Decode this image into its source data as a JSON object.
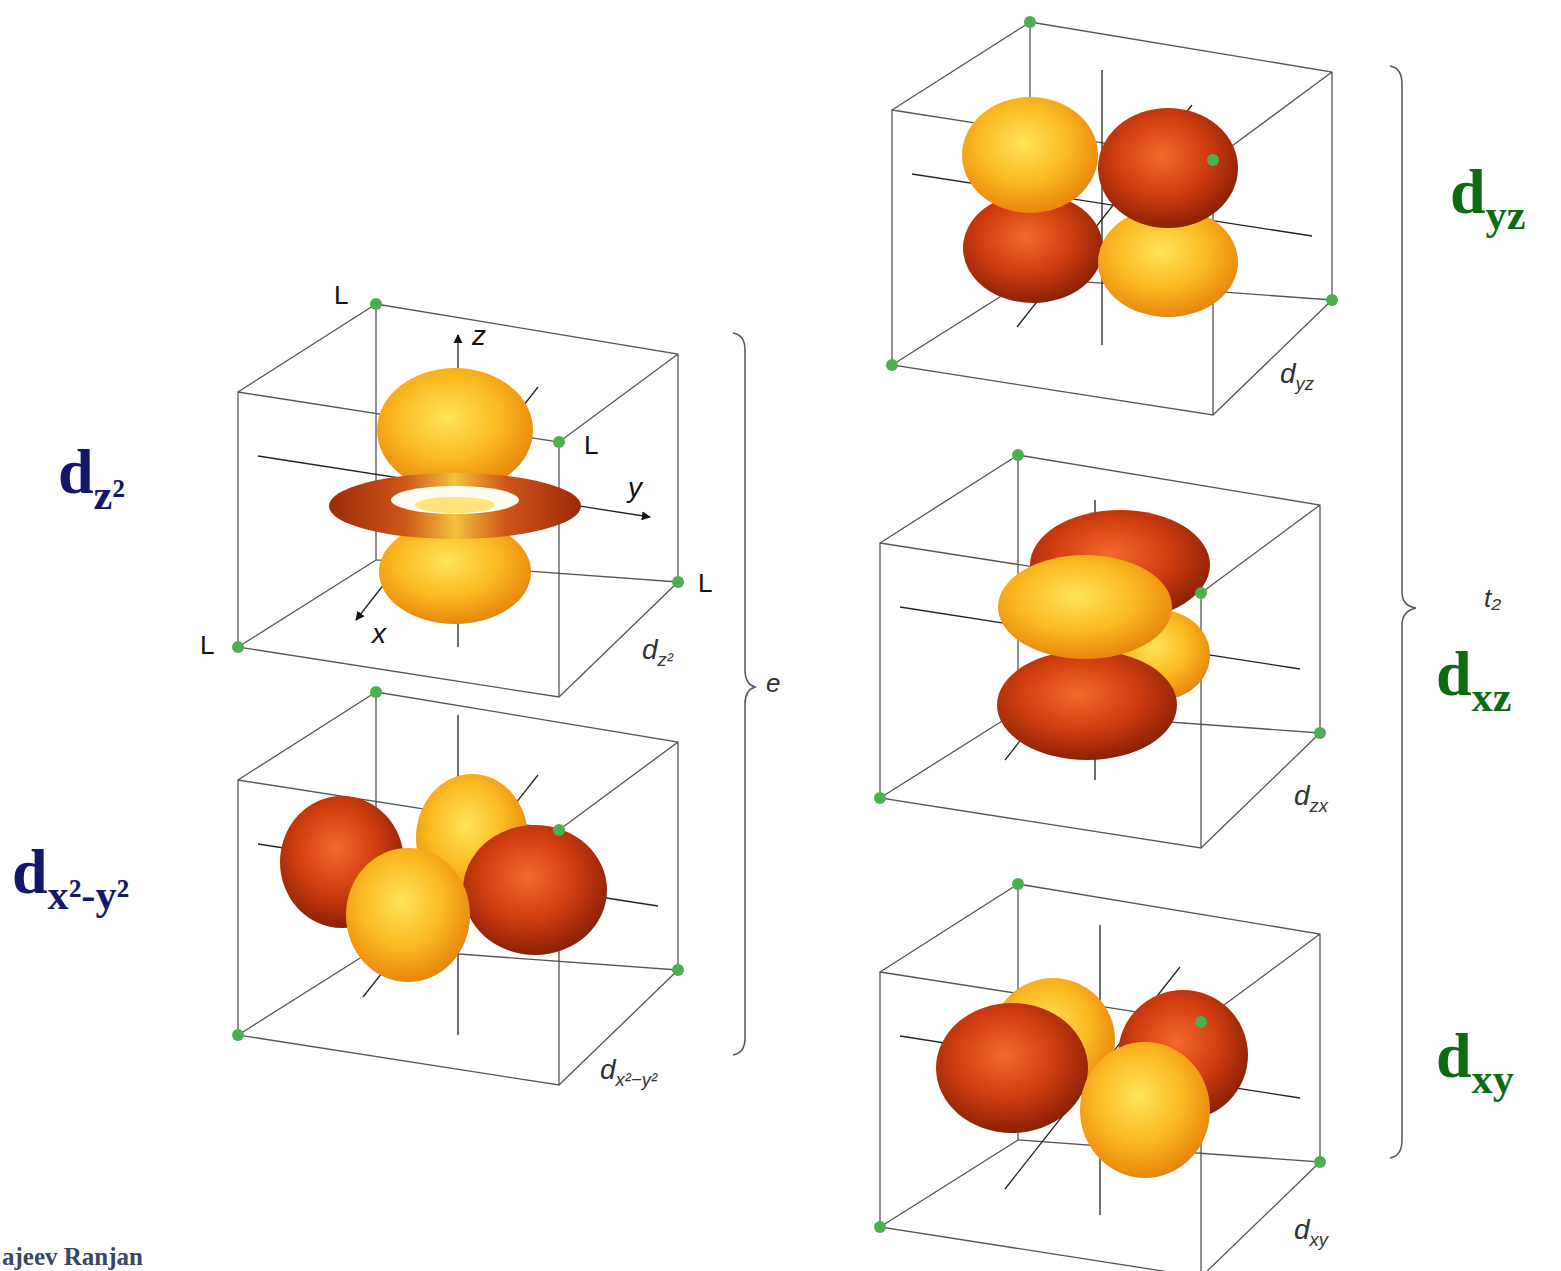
{
  "diagram": {
    "labels": [
      "L",
      "L",
      "L",
      "L",
      "z",
      "y",
      "x",
      "dz²",
      "e",
      "dx²−y²",
      "dyz",
      "dzx",
      "dxy",
      "t₂",
      "dz²",
      "dx²-y²",
      "dyz",
      "dxz",
      "dxy",
      "ajeev Ranjan"
    ]
  }
}
